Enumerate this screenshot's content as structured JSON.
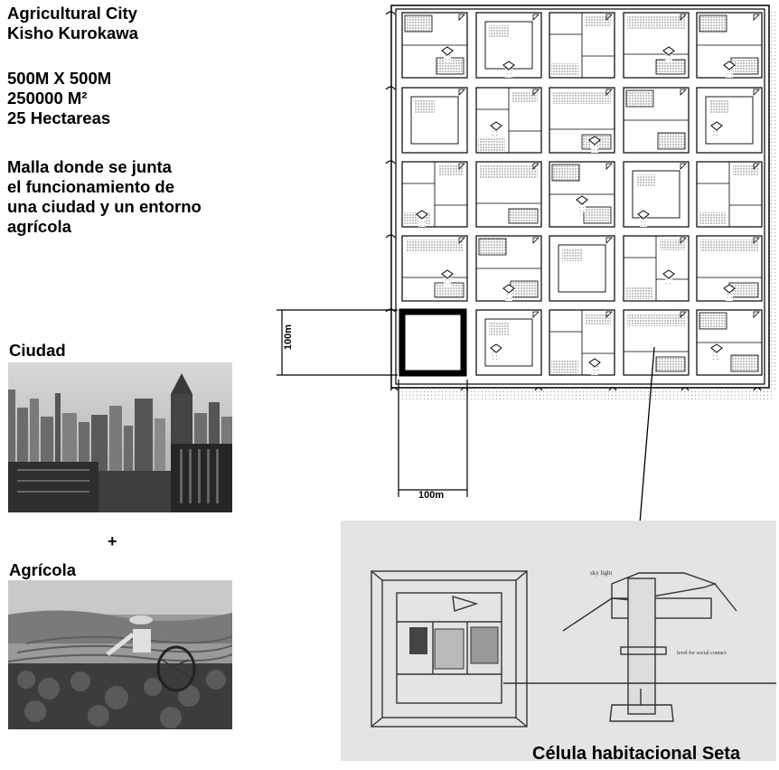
{
  "header": {
    "title_line1": "Agricultural City",
    "title_line2": "Kisho Kurokawa"
  },
  "stats": {
    "dimensions": "500M X 500M",
    "area_m2": "250000 M²",
    "hectares": "25 Hectareas"
  },
  "description": {
    "line1": "Malla donde se junta",
    "line2": "el funcionamiento de",
    "line3": "una ciudad y un entorno",
    "line4": "agrícola"
  },
  "labels": {
    "city": "Ciudad",
    "plus": "+",
    "agri": "Agrícola",
    "cell_caption": "Célula habitacional Seta"
  },
  "plan": {
    "dim_vertical": "100m",
    "dim_horizontal": "100m"
  }
}
